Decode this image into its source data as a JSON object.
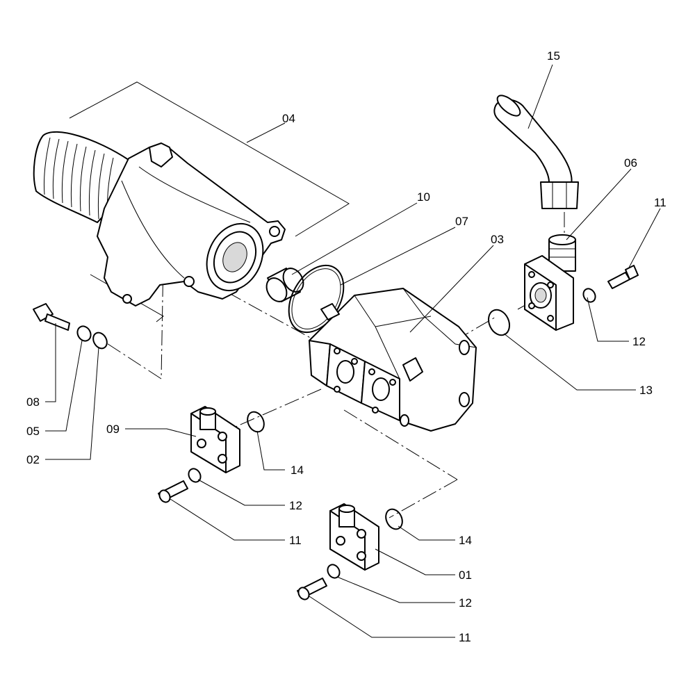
{
  "callouts": [
    {
      "id": "c15",
      "text": "15"
    },
    {
      "id": "c06",
      "text": "06"
    },
    {
      "id": "c11a",
      "text": "11"
    },
    {
      "id": "c04",
      "text": "04"
    },
    {
      "id": "c10",
      "text": "10"
    },
    {
      "id": "c07",
      "text": "07"
    },
    {
      "id": "c03",
      "text": "03"
    },
    {
      "id": "c12a",
      "text": "12"
    },
    {
      "id": "c13",
      "text": "13"
    },
    {
      "id": "c08",
      "text": "08"
    },
    {
      "id": "c05",
      "text": "05"
    },
    {
      "id": "c02",
      "text": "02"
    },
    {
      "id": "c09",
      "text": "09"
    },
    {
      "id": "c14a",
      "text": "14"
    },
    {
      "id": "c12b",
      "text": "12"
    },
    {
      "id": "c11b",
      "text": "11"
    },
    {
      "id": "c14b",
      "text": "14"
    },
    {
      "id": "c01",
      "text": "01"
    },
    {
      "id": "c12c",
      "text": "12"
    },
    {
      "id": "c11c",
      "text": "11"
    }
  ]
}
